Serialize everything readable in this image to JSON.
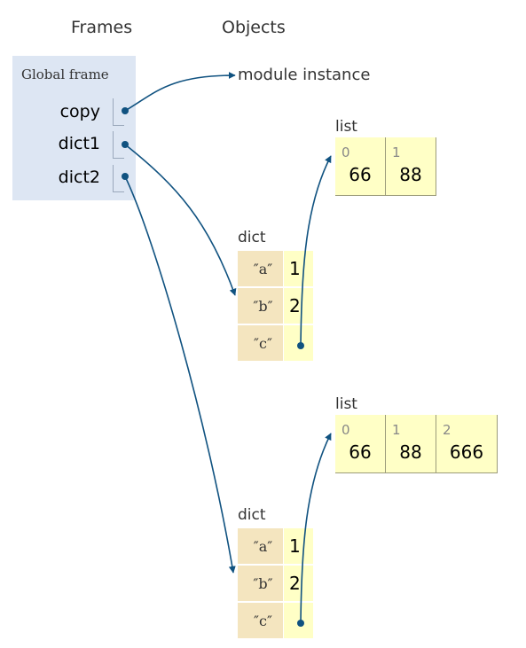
{
  "headers": {
    "frames": "Frames",
    "objects": "Objects"
  },
  "frame": {
    "title": "Global frame",
    "vars": [
      {
        "name": "copy"
      },
      {
        "name": "dict1"
      },
      {
        "name": "dict2"
      }
    ]
  },
  "module": {
    "label": "module instance"
  },
  "list1": {
    "type": "list",
    "items": [
      {
        "index": "0",
        "value": "66"
      },
      {
        "index": "1",
        "value": "88"
      }
    ]
  },
  "dict1": {
    "type": "dict",
    "entries": [
      {
        "key": "″a″",
        "value": "1"
      },
      {
        "key": "″b″",
        "value": "2"
      },
      {
        "key": "″c″",
        "value": ""
      }
    ]
  },
  "list2": {
    "type": "list",
    "items": [
      {
        "index": "0",
        "value": "66"
      },
      {
        "index": "1",
        "value": "88"
      },
      {
        "index": "2",
        "value": "666"
      }
    ]
  },
  "dict2": {
    "type": "dict",
    "entries": [
      {
        "key": "″a″",
        "value": "1"
      },
      {
        "key": "″b″",
        "value": "2"
      },
      {
        "key": "″c″",
        "value": ""
      }
    ]
  },
  "colors": {
    "arrow": "#105280",
    "frame_bg": "#dde6f3",
    "key_bg": "#f4e5bf",
    "value_bg": "#ffffc6"
  }
}
